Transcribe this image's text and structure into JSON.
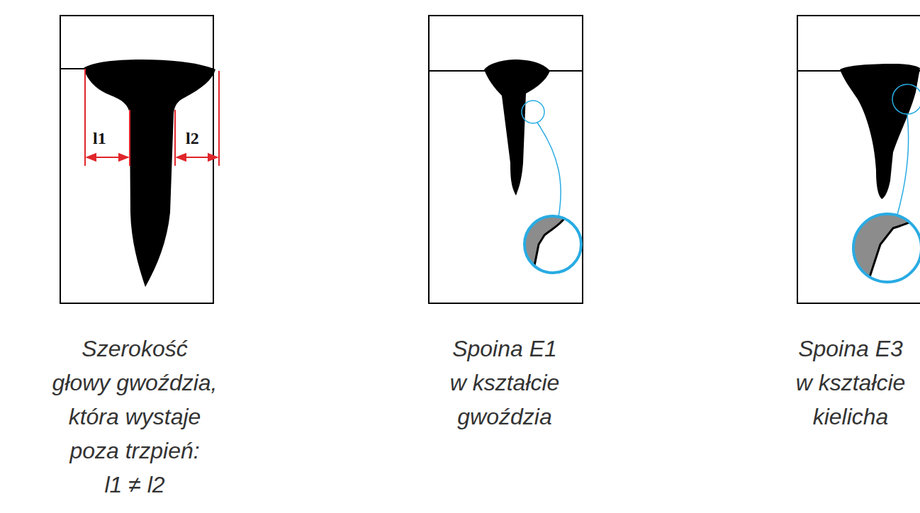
{
  "diagram": {
    "labels": [
      "l1",
      "l2",
      "Szerokość głowy gwoździa, która wystaje poza trzpień:",
      "l1 ≠ l2",
      "Spoina E1 w kształcie gwoździa",
      "Spoina E3 w kształcie kielicha"
    ]
  }
}
